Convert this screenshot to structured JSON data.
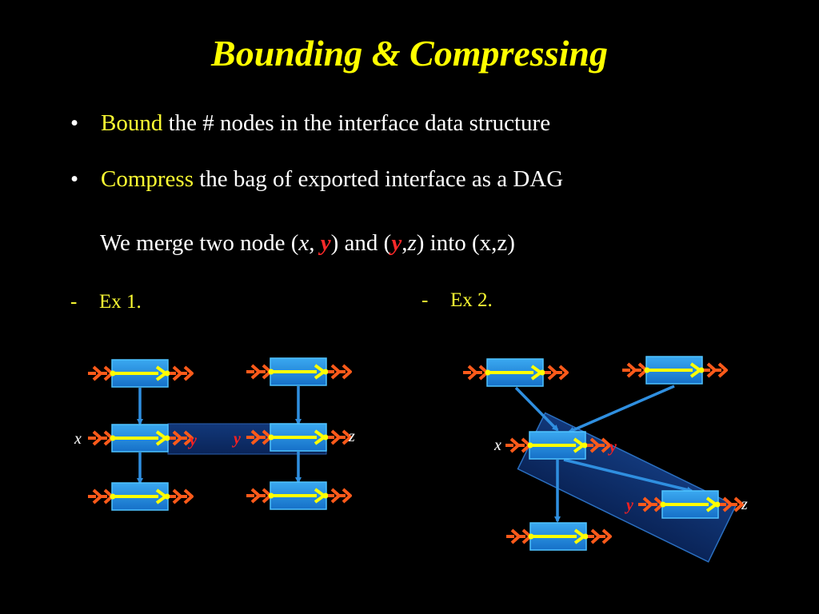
{
  "slide": {
    "title": "Bounding & Compressing",
    "bullets": [
      {
        "marker": "•",
        "highlight": "Bound",
        "text": " the # nodes in the interface data structure"
      },
      {
        "marker": "•",
        "highlight": "Compress",
        "text": " the bag of exported interface as a DAG"
      }
    ],
    "merge_line": {
      "prefix": "We merge two node (",
      "x": "x",
      "comma1": ", ",
      "y1": "y",
      "mid": ") and (",
      "y2": "y",
      "comma2": ",",
      "z": "z",
      "suffix": ") into (x,z)"
    },
    "examples": [
      {
        "dash": "-",
        "label": "Ex 1."
      },
      {
        "dash": "-",
        "label": "Ex 2."
      }
    ]
  },
  "diagram": {
    "ex1_labels": {
      "x": "x",
      "y_left": "y",
      "y_right": "y",
      "z": "z"
    },
    "ex2_labels": {
      "x": "x",
      "y_top": "y",
      "y_left": "y",
      "z": "z"
    },
    "colors": {
      "background": "#000000",
      "title": "#ffff00",
      "highlight": "#ffff33",
      "node_fill": "#1f8fe0",
      "node_stroke": "#4fc3ff",
      "node_arrow": "#ffff00",
      "port_arrow": "#ff5a1a",
      "edge": "#2f8fe0",
      "merge_band": "#0b2a66",
      "red_label": "#ff2020"
    }
  }
}
